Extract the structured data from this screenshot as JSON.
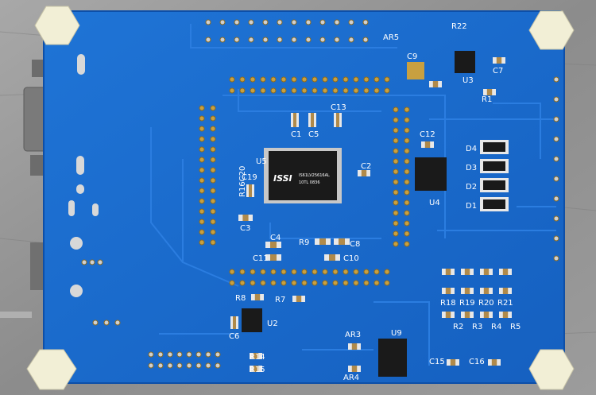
{
  "colors": {
    "board": "#1466c8",
    "board_edge": "#0d4fa8",
    "trace": "#2b7de0",
    "pad": "#c8a040",
    "silkscreen": "#ffffff",
    "ic_body": "#1a1a1a",
    "background": "#8e8e8e"
  },
  "board": {
    "chip_main": {
      "brand": "ISSI",
      "line1": "IS61LV25616AL",
      "line2": "10TL 0836"
    },
    "labels": {
      "r22": "R22",
      "ar5": "AR5",
      "c9": "C9",
      "u3": "U3",
      "c7": "C7",
      "r1": "R1",
      "c13": "C13",
      "c1": "C1",
      "c5": "C5",
      "c12": "C12",
      "c2": "C2",
      "u5": "U5",
      "c19": "C19",
      "r16c20": "R16C20",
      "c3": "C3",
      "u4": "U4",
      "d4": "D4",
      "d3": "D3",
      "d2": "D2",
      "d1": "D1",
      "c4": "C4",
      "r9": "R9",
      "c8": "C8",
      "c11": "C11",
      "c10": "C10",
      "r8": "R8",
      "r7": "R7",
      "u2": "U2",
      "c6": "C6",
      "r18": "R18",
      "r19": "R19",
      "r20": "R20",
      "r21": "R21",
      "r2": "R2",
      "r3": "R3",
      "r4": "R4",
      "r5": "R5",
      "ar3": "AR3",
      "u9": "U9",
      "ar4": "AR4",
      "r14": "R14",
      "r15": "R15",
      "c15": "C15",
      "c16": "C16"
    }
  }
}
